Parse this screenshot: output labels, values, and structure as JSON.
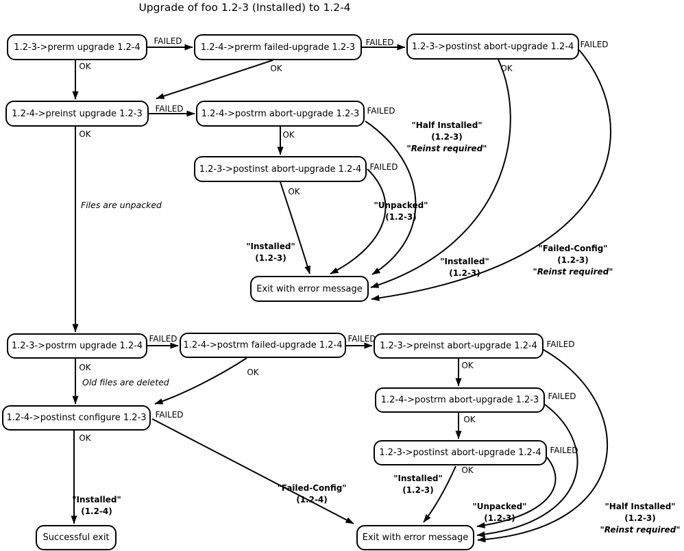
{
  "title": "Upgrade of foo 1.2-3 (Installed) to 1.2-4",
  "edge_words": {
    "ok": "OK",
    "failed": "FAILED"
  },
  "nodes": {
    "prerm_upgrade": "1.2-3->prerm upgrade 1.2-4",
    "prerm_failed_upgrade": "1.2-4->prerm failed-upgrade 1.2-3",
    "postinst_abort_top": "1.2-3->postinst abort-upgrade 1.2-4",
    "preinst_upgrade": "1.2-4->preinst upgrade 1.2-3",
    "postrm_abort_mid": "1.2-4->postrm abort-upgrade 1.2-3",
    "postinst_abort_mid": "1.2-3->postinst abort-upgrade 1.2-4",
    "exit_error_top": "Exit with error message",
    "postrm_upgrade": "1.2-3->postrm upgrade 1.2-4",
    "postrm_failed_upgrade": "1.2-4->postrm failed-upgrade 1.2-4",
    "preinst_abort": "1.2-3->preinst abort-upgrade 1.2-4",
    "postrm_abort_bottom": "1.2-4->postrm abort-upgrade 1.2-3",
    "postinst_configure": "1.2-4->postinst configure 1.2-3",
    "postinst_abort_bottom": "1.2-3->postinst abort-upgrade 1.2-4",
    "successful_exit": "Successful exit",
    "exit_error_bottom": "Exit with error message"
  },
  "states": {
    "s1": {
      "l1": "\"Half Installed\"",
      "l2": "(1.2-3)",
      "l3": "\"Reinst required\""
    },
    "s2": {
      "l1": "\"Unpacked\"",
      "l2": "(1.2-3)"
    },
    "s3": {
      "l1": "\"Installed\"",
      "l2": "(1.2-3)"
    },
    "s4": {
      "l1": "\"Installed\"",
      "l2": "(1.2-3)"
    },
    "s5": {
      "l1": "\"Failed-Config\"",
      "l2": "(1.2-3)",
      "l3": "\"Reinst required\""
    },
    "s6": {
      "l1": "\"Installed\"",
      "l2": "(1.2-4)"
    },
    "s7": {
      "l1": "\"Failed-Config\"",
      "l2": "(1.2-4)"
    },
    "s8": {
      "l1": "\"Installed\"",
      "l2": "(1.2-3)"
    },
    "s9": {
      "l1": "\"Unpacked\"",
      "l2": "(1.2-3)"
    },
    "s10": {
      "l1": "\"Half Installed\"",
      "l2": "(1.2-3)",
      "l3": "\"Reinst required\""
    }
  },
  "annotations": {
    "files_unpacked": "Files are unpacked",
    "old_files_deleted": "Old files are deleted"
  },
  "colors": {
    "line": "#000000",
    "background": "#ffffff"
  }
}
